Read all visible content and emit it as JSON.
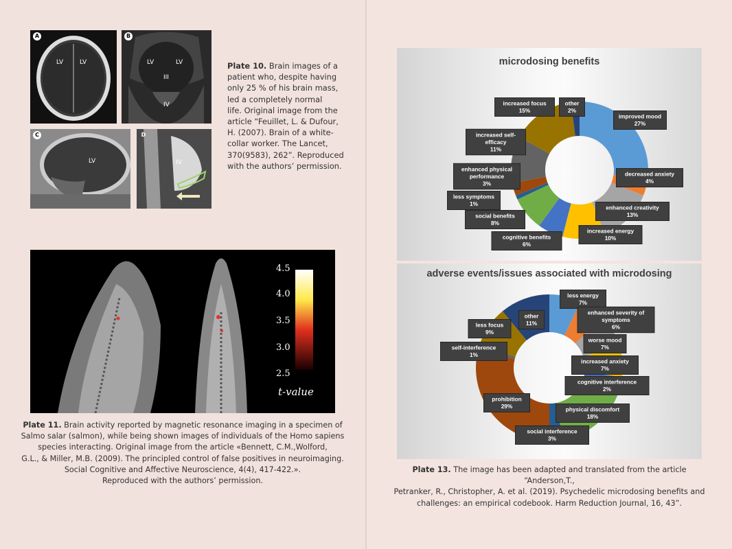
{
  "plate10": {
    "panels": {
      "a": {
        "letter": "A",
        "labels": [
          "LV",
          "LV"
        ]
      },
      "b": {
        "letter": "B",
        "labels": [
          "LV",
          "LV",
          "III",
          "IV"
        ]
      },
      "c": {
        "letter": "C",
        "labels": [
          "LV"
        ]
      },
      "d": {
        "letter": "D",
        "labels": [
          "IV"
        ]
      }
    },
    "caption_label": "Plate 10.",
    "caption_lines": [
      "Brain images of a",
      "patient who, despite having",
      "only 25 % of his brain mass,",
      "led a completely normal",
      "life. Original image from the",
      "article “Feuillet, L. & Dufour,",
      "H. (2007). Brain of a white-",
      "collar worker. The Lancet,",
      "370(9583), 262”. Reproduced",
      "with the authors’ permission."
    ]
  },
  "plate11": {
    "scale_ticks": [
      "4.5",
      "4.0",
      "3.5",
      "3.0",
      "2.5"
    ],
    "scale_label": "t-value",
    "caption_label": "Plate 11.",
    "caption_line1": "Brain activity reported by magnetic resonance imaging in a specimen of",
    "caption_lines": [
      "Salmo salar (salmon), while being shown images of individuals of the Homo sapiens",
      "species interacting. Original image from the article «Bennett, C.M.,Wolford,",
      "G.L., & Miller, M.B. (2009). The principled control of false positives in neuroimaging.",
      "Social Cognitive and Affective Neuroscience, 4(4), 417-422.».",
      "Reproduced with the authors’ permission."
    ]
  },
  "plate13": {
    "caption_label": "Plate 13.",
    "caption_line1": "The image has been adapted and translated from the article “Anderson,T.,",
    "caption_lines": [
      "Petranker, R., Christopher, A. et al. (2019). Psychedelic microdosing benefits and",
      "challenges: an empirical codebook. Harm Reduction Journal, 16, 43”."
    ]
  },
  "chart_data": [
    {
      "type": "pie",
      "title": "microdosing benefits",
      "categories": [
        "improved mood",
        "decreased anxiety",
        "enhanced creativity",
        "increased energy",
        "cognitive benefits",
        "social benefits",
        "less symptoms",
        "enhanced physical performance",
        "increased self-efficacy",
        "increased focus",
        "other"
      ],
      "values": [
        27,
        4,
        13,
        10,
        6,
        8,
        1,
        3,
        11,
        15,
        2
      ],
      "labels": [
        [
          "improved mood",
          "27%"
        ],
        [
          "decreased anxiety",
          "4%"
        ],
        [
          "enhanced creativity",
          "13%"
        ],
        [
          "increased energy",
          "10%"
        ],
        [
          "cognitive benefits",
          "6%"
        ],
        [
          "social benefits",
          "8%"
        ],
        [
          "less symptoms",
          "1%"
        ],
        [
          "enhanced physical",
          "performance",
          "3%"
        ],
        [
          "increased self-",
          "efficacy",
          "11%"
        ],
        [
          "increased focus",
          "15%"
        ],
        [
          "other",
          "2%"
        ]
      ],
      "colors": [
        "#5b9bd5",
        "#ed7d31",
        "#a5a5a5",
        "#ffc000",
        "#4472c4",
        "#70ad47",
        "#255e91",
        "#9e480e",
        "#636363",
        "#997300",
        "#264478"
      ]
    },
    {
      "type": "pie",
      "title": "adverse events/issues associated with microdosing",
      "categories": [
        "less energy",
        "enhanced severity of symptoms",
        "worse mood",
        "increased anxiety",
        "cognitive interference",
        "physical discomfort",
        "social interference",
        "prohibition",
        "self-interference",
        "less focus",
        "other"
      ],
      "values": [
        7,
        6,
        7,
        7,
        2,
        18,
        3,
        29,
        1,
        9,
        11
      ],
      "labels": [
        [
          "less energy",
          "7%"
        ],
        [
          "enhanced severity of",
          "symptoms",
          "6%"
        ],
        [
          "worse mood",
          "7%"
        ],
        [
          "increased anxiety",
          "7%"
        ],
        [
          "cognitive interference",
          "2%"
        ],
        [
          "physical discomfort",
          "18%"
        ],
        [
          "social interference",
          "3%"
        ],
        [
          "prohibition",
          "29%"
        ],
        [
          "self-interference",
          "1%"
        ],
        [
          "less focus",
          "9%"
        ],
        [
          "other",
          "11%"
        ]
      ],
      "colors": [
        "#5b9bd5",
        "#ed7d31",
        "#a5a5a5",
        "#ffc000",
        "#4472c4",
        "#70ad47",
        "#255e91",
        "#9e480e",
        "#636363",
        "#997300",
        "#264478"
      ]
    }
  ]
}
